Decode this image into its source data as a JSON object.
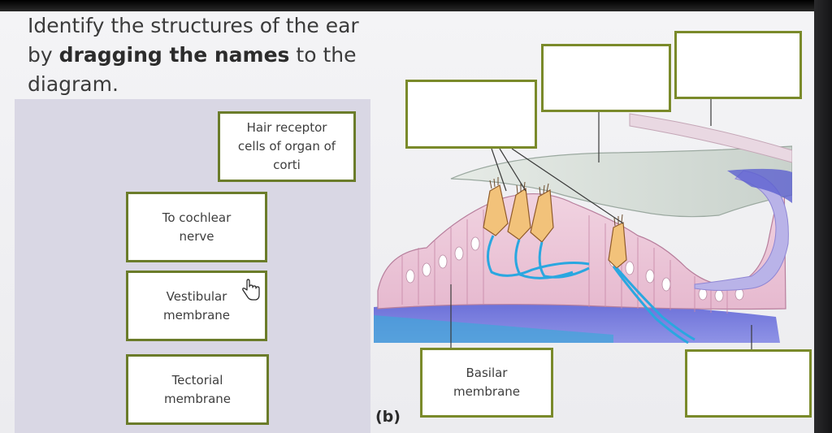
{
  "instructions": {
    "line1": "Identify the structures of the ear",
    "line2_prefix": "by ",
    "line2_bold": "dragging the names",
    "line2_suffix": " to the",
    "line3": "diagram."
  },
  "label_bank": [
    {
      "text": "Hair receptor\ncells of organ of\ncorti"
    },
    {
      "text": "To cochlear\nnerve"
    },
    {
      "text": "Vestibular\nmembrane"
    },
    {
      "text": "Tectorial\nmembrane"
    }
  ],
  "drop_zones": [
    {
      "text": ""
    },
    {
      "text": ""
    },
    {
      "text": ""
    },
    {
      "text": "Basilar\nmembrane"
    },
    {
      "text": ""
    }
  ],
  "figure_label": "(b)",
  "colors": {
    "card_border": "#6b7c2a",
    "bank_background": "#d9d7e4"
  },
  "icons": {
    "cursor": "hand-pointer-icon"
  }
}
